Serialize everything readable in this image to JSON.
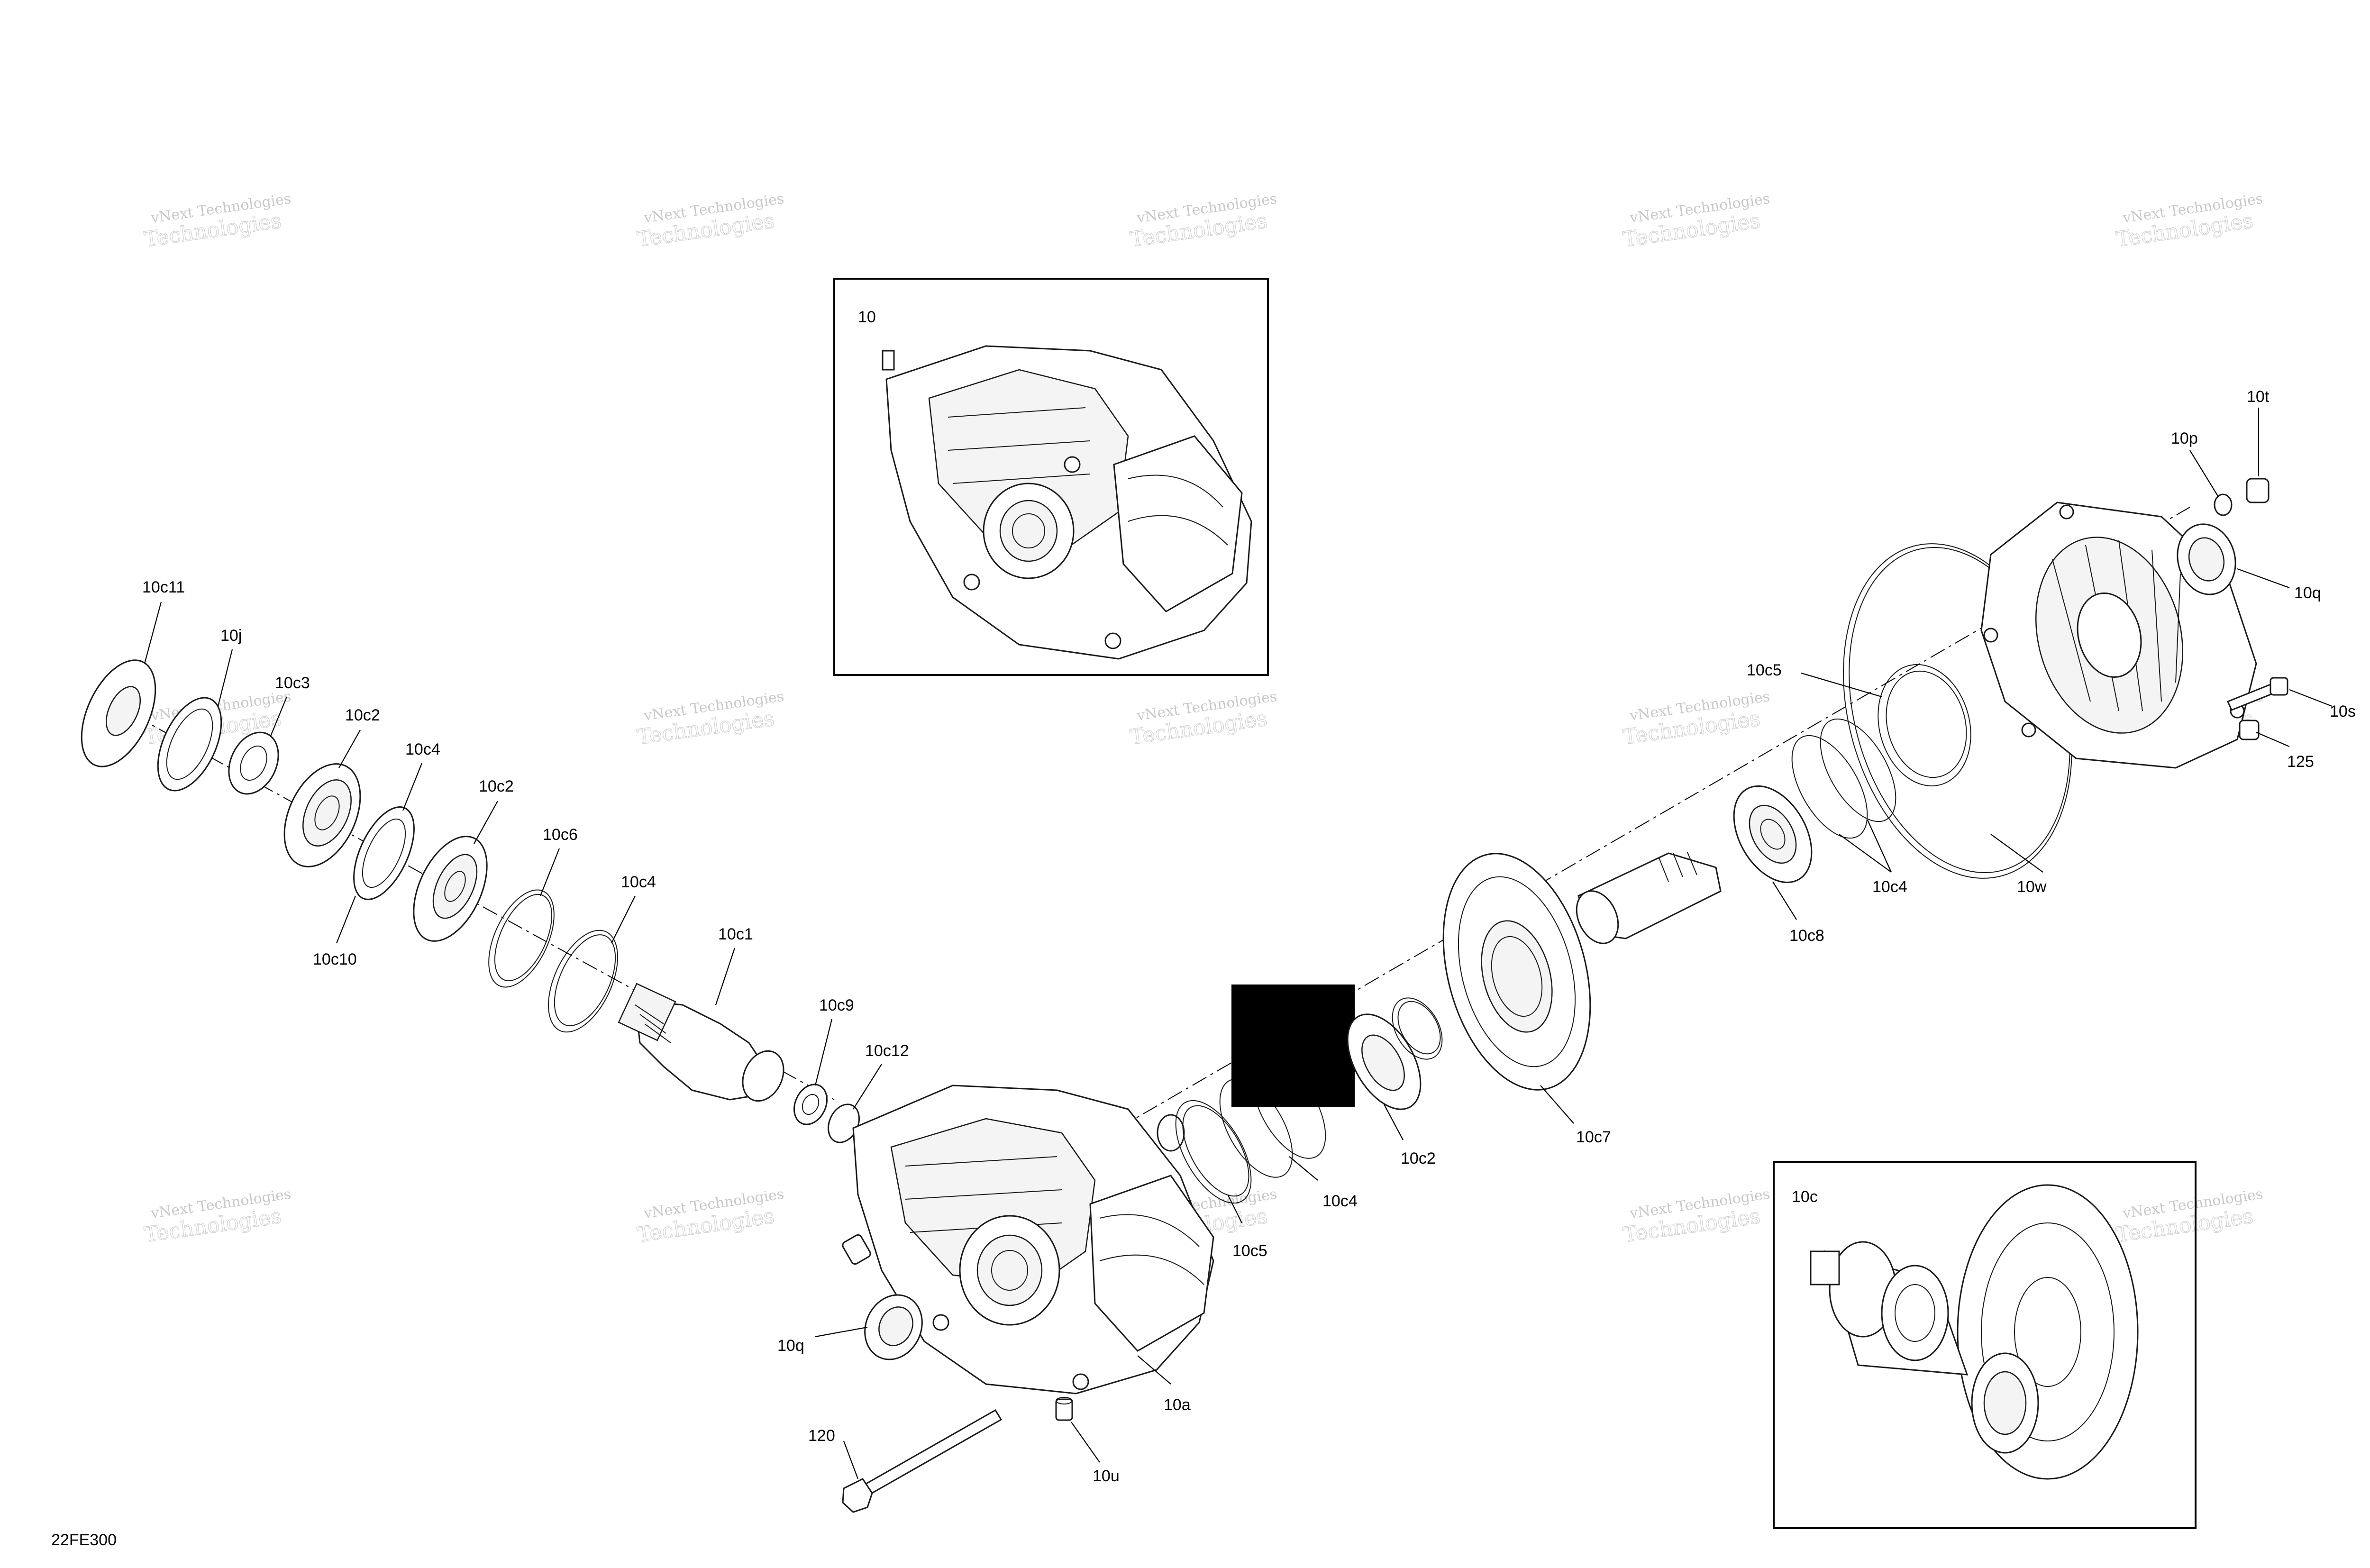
{
  "diagram_code": "22FE300",
  "watermark": {
    "line1": "vNext Technologies",
    "line2": "Technologies"
  },
  "insets": [
    {
      "id": "inset-assembly",
      "label": "10"
    },
    {
      "id": "inset-subassembly",
      "label": "10c"
    }
  ],
  "callouts": {
    "c10c11": "10c11",
    "c10j": "10j",
    "c10c3": "10c3",
    "c10c2a": "10c2",
    "c10c4a": "10c4",
    "c10c10": "10c10",
    "c10c2b": "10c2",
    "c10c6": "10c6",
    "c10c4b": "10c4",
    "c10c1": "10c1",
    "c10c9": "10c9",
    "c10c12": "10c12",
    "c10q_left": "10q",
    "c120": "120",
    "c10u": "10u",
    "c10a": "10a",
    "c10c5_low": "10c5",
    "c10c4_low": "10c4",
    "c10c2_low": "10c2",
    "c10c7": "10c7",
    "c10c8": "10c8",
    "c10c4_right": "10c4",
    "c10w": "10w",
    "c10c5_right": "10c5",
    "c10t": "10t",
    "c10p": "10p",
    "c10q_right": "10q",
    "c10s": "10s",
    "c125": "125"
  }
}
